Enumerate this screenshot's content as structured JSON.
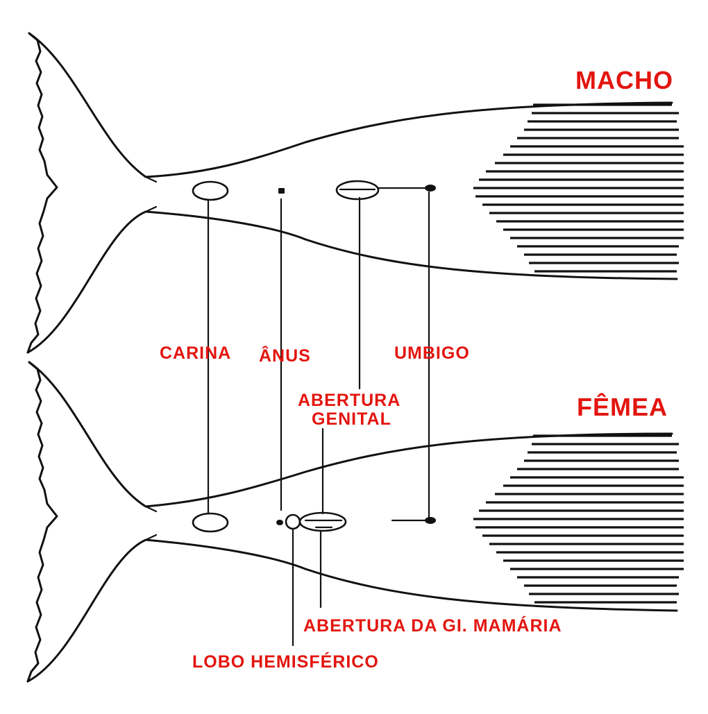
{
  "labels": {
    "male": "MACHO",
    "female": "FÊMEA",
    "carina": "CARINA",
    "anus": "ÂNUS",
    "umbilicus": "UMBIGO",
    "genital_line1": "ABERTURA",
    "genital_line2": "GENITAL",
    "mammary": "ABERTURA DA GI. MAMÁRIA",
    "lobe": "LOBO HEMISFÉRICO"
  },
  "colors": {
    "label": "#e3150f",
    "line": "#111111",
    "background": "#ffffff"
  }
}
